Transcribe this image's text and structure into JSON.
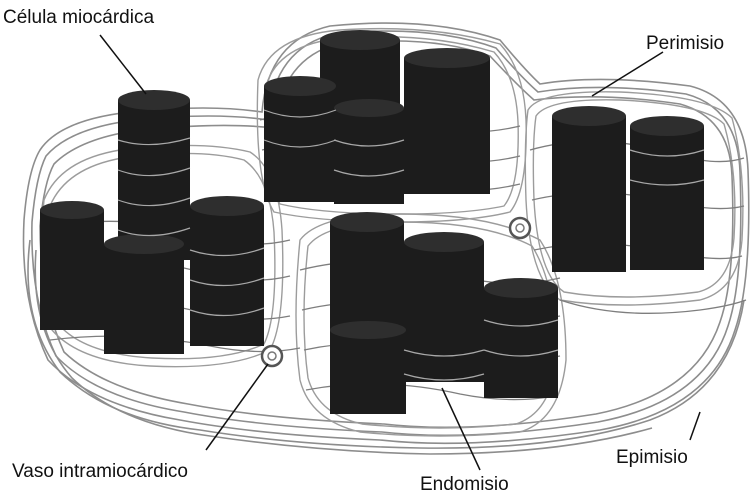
{
  "labels": {
    "cell": "Célula miocárdica",
    "perimysium": "Perimisio",
    "vessel": "Vaso intramiocárdico",
    "endomysium": "Endomisio",
    "epimysium": "Epimisio"
  },
  "colors": {
    "cell_fill": "#1c1c1c",
    "cell_top": "#2e2e2e",
    "fiber": "#8a8a8a",
    "fiber_light": "#bdbdbd",
    "text": "#111111"
  }
}
